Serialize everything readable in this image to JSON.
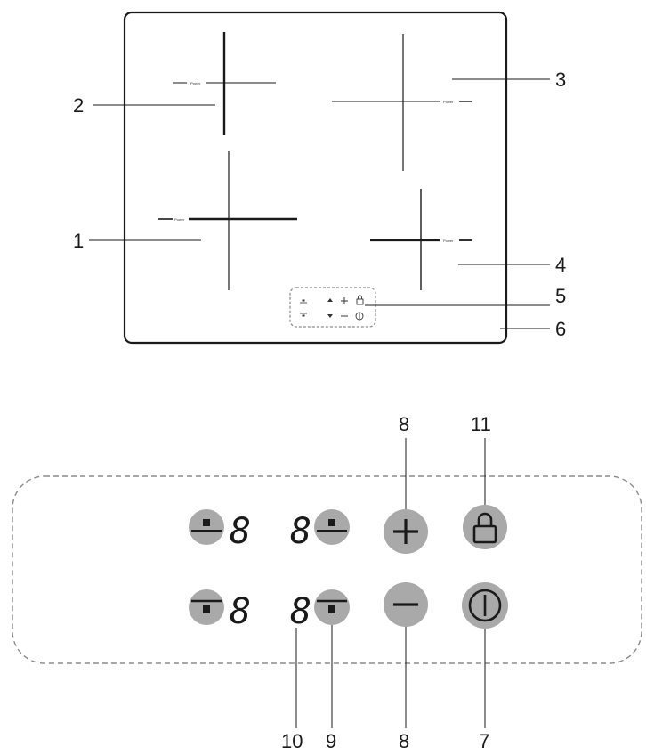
{
  "zone_labels": [
    "Power",
    "Power",
    "Power",
    "Power"
  ],
  "callouts": {
    "c1": "1",
    "c2": "2",
    "c3": "3",
    "c4": "4",
    "c5": "5",
    "c6": "6",
    "c7": "7",
    "c8_top": "8",
    "c8_bottom": "8",
    "c9": "9",
    "c10": "10",
    "c11": "11"
  },
  "displays": {
    "top_left": "8",
    "top_right": "8",
    "bottom_left": "8",
    "bottom_right": "8"
  },
  "icons": {
    "plus": "plus-icon",
    "minus": "minus-icon",
    "lock": "lock-icon",
    "power": "power-icon",
    "zone_up": "zone-up-icon",
    "zone_down": "zone-down-icon"
  },
  "colors": {
    "button_fill": "#a9a9a9",
    "line": "#1a1a1a",
    "dashed": "#8a8a8a"
  }
}
